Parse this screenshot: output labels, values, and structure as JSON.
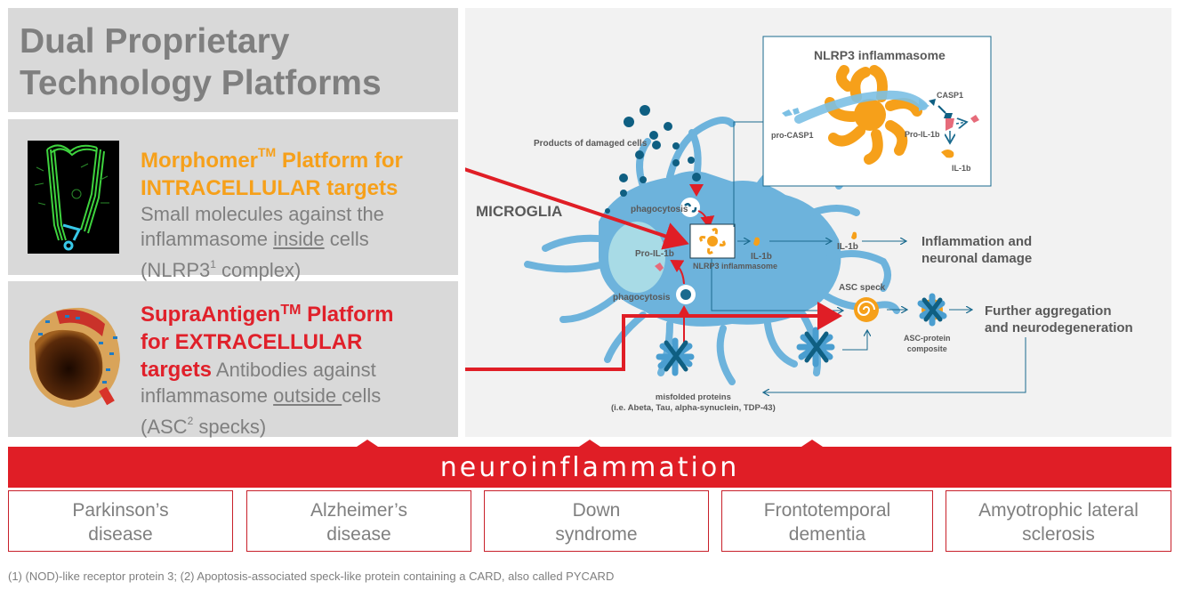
{
  "title": "Dual Proprietary Technology Platforms",
  "title_lines": [
    "Dual Proprietary",
    "Technology Platforms"
  ],
  "morphomer": {
    "name": "Morphomer",
    "tm": "TM",
    "head_rest_line1": " Platform for",
    "head_line2": "INTRACELLULAR targets",
    "desc_line1": "Small molecules against the",
    "desc_line2_pre": "inflammasome ",
    "desc_line2_ul": "inside",
    "desc_line2_post": " cells",
    "desc_line3_pre": "(NLRP3",
    "desc_line3_sup": "1",
    "desc_line3_post": " complex)",
    "color": "#f6a01a"
  },
  "supraantigen": {
    "name": "SupraAntigen",
    "tm": "TM",
    "head_rest_line1": " Platform",
    "head_line2": "for EXTRACELLULAR",
    "head_line3": "targets",
    "desc_line3": " Antibodies against",
    "desc_line4_pre": "inflammasome ",
    "desc_line4_ul": "outside ",
    "desc_line4_post": "cells",
    "desc_line5_pre": "(ASC",
    "desc_line5_sup": "2",
    "desc_line5_post": " specks)",
    "color": "#e0202a"
  },
  "diagram": {
    "microglia_label": "MICROGLIA",
    "products_label": "Products of damaged cells",
    "phagocytosis_top": "phagocytosis",
    "phagocytosis_bottom": "phagocytosis",
    "pro_il1b": "Pro-IL-1b",
    "nlrp3_small": "NLRP3 inflammasome",
    "il1b_small": "IL-1b",
    "il1b_out": "IL-1b",
    "inflammation_line1": "Inflammation and",
    "inflammation_line2": "neuronal damage",
    "asc_speck": "ASC speck",
    "asc_composite_line1": "ASC-protein",
    "asc_composite_line2": "composite",
    "further_line1": "Further aggregation",
    "further_line2": "and neurodegeneration",
    "misfolded_line1": "misfolded proteins",
    "misfolded_line2": "(i.e. Abeta, Tau, alpha-synuclein, TDP-43)",
    "inset": {
      "title": "NLRP3 inflammasome",
      "pro_casp1": "pro-CASP1",
      "casp1": "CASP1",
      "pro_il1b": "Pro-IL-1b",
      "il1b": "IL-1b"
    }
  },
  "banner": {
    "label": "neuroinflammation",
    "color": "#e01e26"
  },
  "diseases": [
    {
      "line1": "Parkinson’s",
      "line2": "disease"
    },
    {
      "line1": "Alzheimer’s",
      "line2": "disease"
    },
    {
      "line1": "Down",
      "line2": "syndrome"
    },
    {
      "line1": "Frontotemporal",
      "line2": "dementia"
    },
    {
      "line1": "Amyotrophic lateral",
      "line2": "sclerosis"
    }
  ],
  "footnote": "(1) (NOD)-like receptor protein 3; (2) Apoptosis-associated speck-like protein containing a CARD, also called PYCARD",
  "colors": {
    "panel_gray": "#d9d9d9",
    "diagram_bg": "#f2f2f2",
    "cell_blue": "#6db3dc",
    "dark_teal": "#0f5f82",
    "orange": "#f6a01a",
    "red": "#e01e26",
    "text_gray": "#7f7f7f"
  }
}
